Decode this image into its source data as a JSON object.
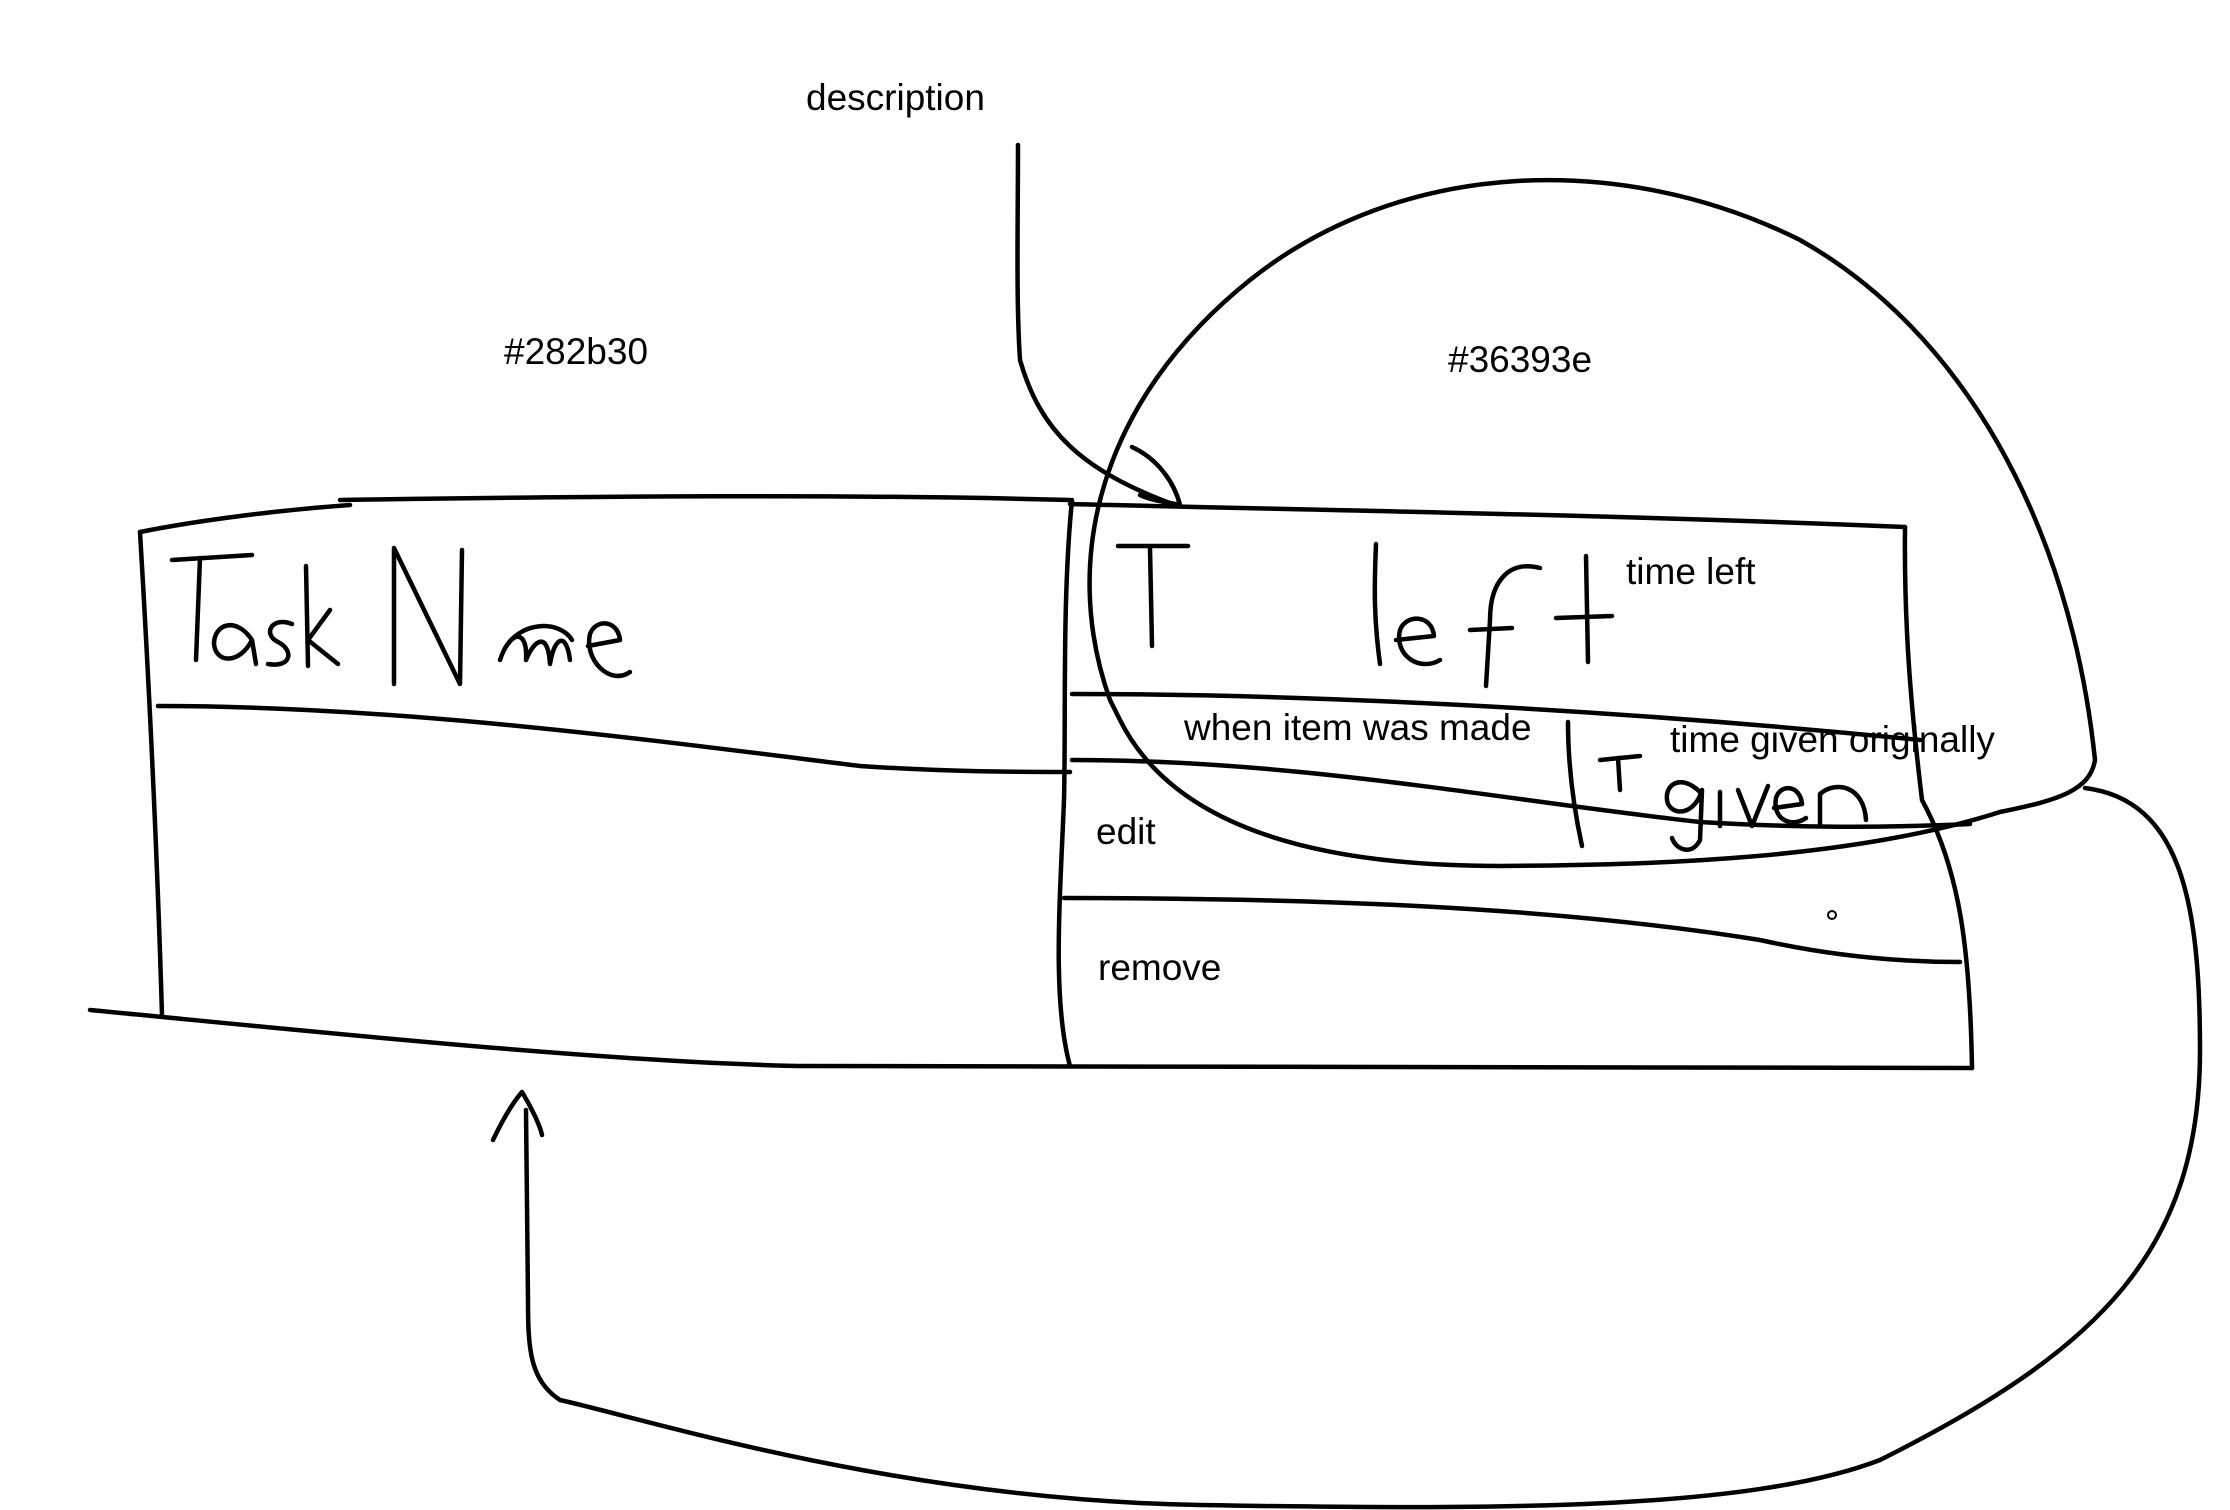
{
  "annotations": {
    "description": "description",
    "left_color": "#282b30",
    "right_color": "#36393e",
    "time_left": "time left",
    "when_made": "when item was made",
    "time_given": "time given originally",
    "edit": "edit",
    "remove": "remove"
  },
  "handwritten": {
    "task_name": "Task Name",
    "t_left": "T left",
    "t_given": "T given"
  },
  "colors": {
    "left_panel": "#282b30",
    "right_panel": "#36393e"
  }
}
